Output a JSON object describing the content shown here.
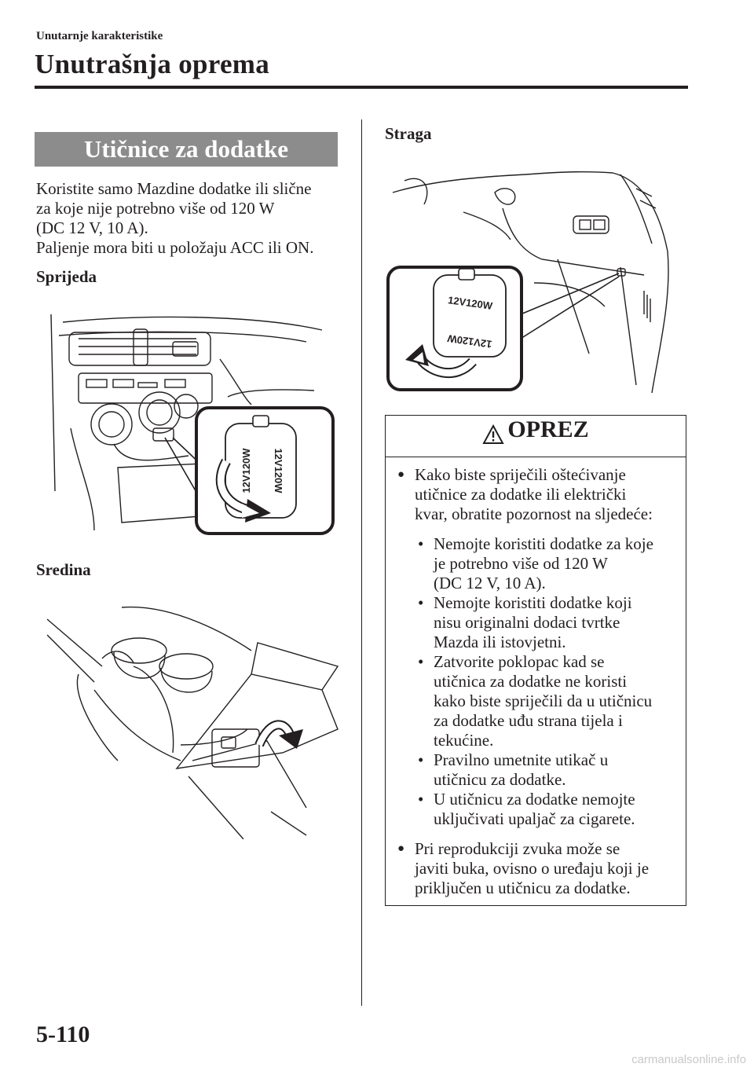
{
  "header": {
    "section": "Unutarnje karakteristike",
    "title": "Unutrašnja oprema"
  },
  "heading": "Utičnice za dodatke",
  "intro": {
    "line1": "Koristite samo Mazdine dodatke ili slične",
    "line2": "za koje nije potrebno više od 120 W",
    "line3": "(DC 12 V, 10 A).",
    "line4": "Paljenje mora biti u položaju ACC ili ON."
  },
  "front": {
    "label": "Sprijeda",
    "socket_label": "12V120W"
  },
  "center": {
    "label": "Sredina"
  },
  "rear": {
    "label": "Straga",
    "socket_label": "12V120W"
  },
  "caution": {
    "title": "OPREZ",
    "bullet_symbol": "●",
    "sub_symbol": "•",
    "item1": {
      "l1": "Kako biste spriječili oštećivanje",
      "l2": "utičnice za dodatke ili električki",
      "l3": "kvar, obratite pozornost na sljedeće:"
    },
    "sub1": {
      "l1": "Nemojte koristiti dodatke za koje",
      "l2": "je potrebno više od 120 W",
      "l3": "(DC 12 V, 10 A)."
    },
    "sub2": {
      "l1": "Nemojte koristiti dodatke koji",
      "l2": "nisu originalni dodaci tvrtke",
      "l3": "Mazda ili istovjetni."
    },
    "sub3": {
      "l1": "Zatvorite poklopac kad se",
      "l2": "utičnica za dodatke ne koristi",
      "l3": "kako biste spriječili da u utičnicu",
      "l4": "za dodatke uđu strana tijela i",
      "l5": "tekućine."
    },
    "sub4": {
      "l1": "Pravilno umetnite utikač u",
      "l2": "utičnicu za dodatke."
    },
    "sub5": {
      "l1": "U utičnicu za dodatke nemojte",
      "l2": "uključivati upaljač za cigarete."
    },
    "item2": {
      "l1": "Pri reprodukciji zvuka može se",
      "l2": "javiti buka, ovisno o uređaju koji je",
      "l3": "priključen u utičnicu za dodatke."
    }
  },
  "page_number": "5-110",
  "watermark": "carmanualsonline.info"
}
